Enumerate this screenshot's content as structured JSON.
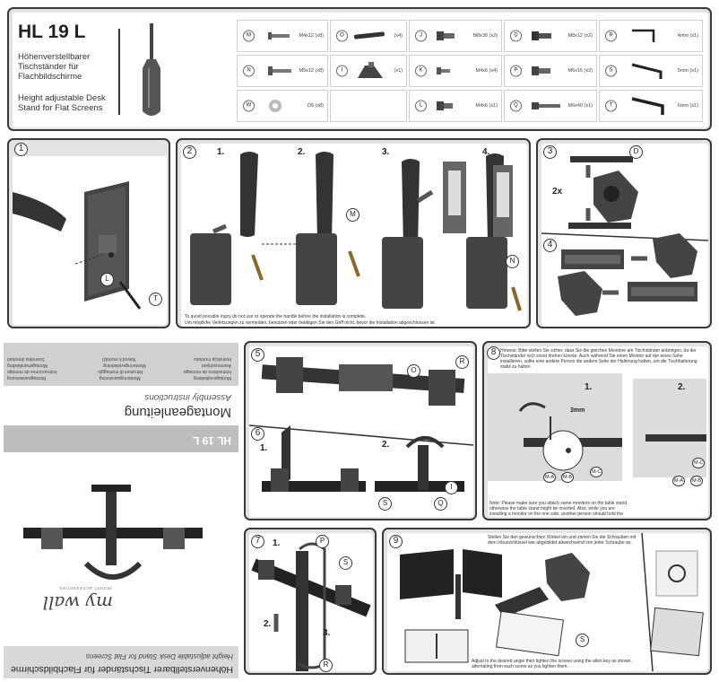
{
  "header": {
    "model": "HL 19 L",
    "title_de": "Höhenverstellbarer Tischständer für Flachbildschirme",
    "title_en": "Height adjustable Desk Stand for Flat Screens"
  },
  "parts": [
    {
      "id": "M",
      "name": "M4x12 (x8)"
    },
    {
      "id": "N",
      "name": "M5x12 (x8)"
    },
    {
      "id": "W",
      "name": "D5 (x8)"
    },
    {
      "id": "O",
      "name": "(x4)"
    },
    {
      "id": "I",
      "name": "(x1)"
    },
    {
      "id": "J",
      "name": "M8x30 (x2)"
    },
    {
      "id": "K",
      "name": "M4x6 (x4)"
    },
    {
      "id": "L",
      "name": "M4x6 (x1)"
    },
    {
      "id": "D",
      "name": "M8x12 (x2)"
    },
    {
      "id": "P",
      "name": "M6x15 (x2)"
    },
    {
      "id": "Q",
      "name": "M6x40 (x1)"
    },
    {
      "id": "R",
      "name": "4mm (x1)"
    },
    {
      "id": "S",
      "name": "5mm (x1)"
    },
    {
      "id": "T",
      "name": "6mm (x1)"
    }
  ],
  "steps": {
    "s1": "1",
    "s2": "2",
    "s3": "3",
    "s4": "4",
    "s5": "5",
    "s6": "6",
    "s7": "7",
    "s8": "8",
    "s9": "9",
    "sub1": "1.",
    "sub2": "2.",
    "sub3": "3.",
    "sub4": "4."
  },
  "labels": {
    "L": "L",
    "T": "T",
    "M": "M",
    "N": "N",
    "D": "D",
    "O": "O",
    "R": "R",
    "I": "I",
    "Q": "Q",
    "S": "S",
    "P": "P",
    "x2": "2x",
    "mm3": "3mm",
    "ma": "M-A",
    "mb": "M-B",
    "mc": "M-C"
  },
  "notes": {
    "warning_en": "To avoid possible injury do not use or operate the handle before the installation is complete.",
    "warning_de": "Um mögliche Verletzungen zu vermeiden, benutzen oder betätigen Sie den Griff nicht, bevor die Installation abgeschlossen ist.",
    "hint_de": "Hinweis: Bitte stellen Sie sicher, dass Sie die gleichen Monitore am Tischständer anbringen, da der Tischständer sich sonst drehen könnte. Auch während Sie einen Monitor auf der einen Seite installieren, sollte eine andere Person die andere Seite der Halterung halten, um die Tischhalterung stabil zu halten.",
    "hint_en": "Note: Please make sure you attach same monitors on the table stand otherwise the table stand might be inverted. Also, while you are installing a monitor on the one side, another person should hold the other side of the mount to keep the table stand stable.",
    "adjust_de": "Stellen Sie den gewünschten Winkel ein und ziehen Sie die Schrauben mit dem Inbusschlüssel wie abgebildet abwechselnd von jeder Schraube an.",
    "adjust_en": "Adjust to the desired angle then tighten the screws using the allen key as shown, alternating from each screw as you tighten them."
  },
  "cover": {
    "model": "HL 19 L",
    "title_de": "Höhenverstellbarer Tischständer für Flachbildschirme",
    "title_en": "Height adjustable Desk Stand for Flat Screens",
    "brand": "my wall",
    "brand_sub": "mount accessories",
    "manual_de": "Montageanleitung",
    "manual_en": "Assembly instructions",
    "languages": [
      [
        "Montagevejledning",
        "Monteringsanvisning",
        "Montageanweisung"
      ],
      [
        "Instructions de montage",
        "Istruzioni di montaggio",
        "Instrucciones de montaje"
      ],
      [
        "Asennusohjeet",
        "Monteringsveiledning",
        "Montagehandleiding"
      ],
      [
        "Instrukcja montażu",
        "Návod k montáži",
        "Szerelési útmutató"
      ]
    ]
  },
  "colors": {
    "panel_bg": "#e3e3e3",
    "border": "#3a3a3a",
    "cover_band": "#bdbdbd"
  }
}
